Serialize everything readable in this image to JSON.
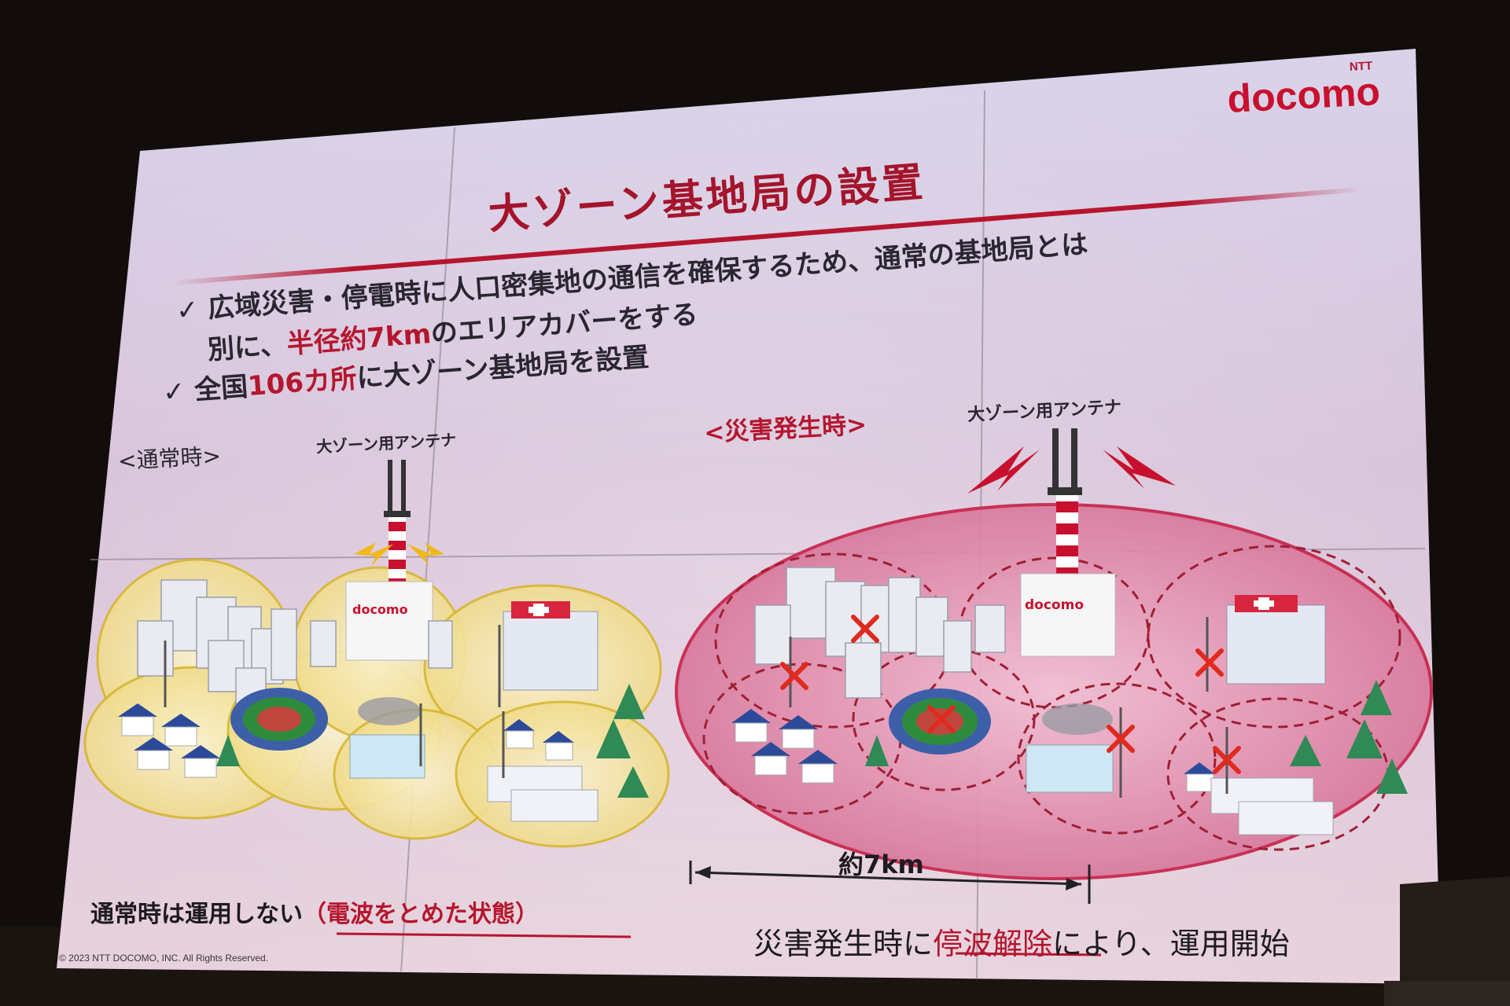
{
  "brand": {
    "ntt": "NTT",
    "name": "docomo"
  },
  "title": "大ゾーン基地局の設置",
  "bullets": [
    {
      "mark": "✓",
      "line1": "広域災害・停電時に人口密集地の通信を確保するため、通常の基地局とは",
      "line2_pre": "別に、",
      "line2_highlight": "半径約7km",
      "line2_post": "のエリアカバーをする"
    },
    {
      "mark": "✓",
      "pre": "全国",
      "highlight": "106カ所",
      "post": "に大ゾーン基地局を設置"
    }
  ],
  "normal": {
    "label": "<通常時>",
    "antenna_label": "大ゾーン用アンテナ",
    "building_label": "docomo",
    "caption_pre": "通常時は運用しない",
    "caption_highlight": "（電波をとめた状態）"
  },
  "disaster": {
    "label": "<災害発生時>",
    "antenna_label": "大ゾーン用アンテナ",
    "building_label": "docomo",
    "distance": "約7km",
    "caption_pre": "災害発生時に",
    "caption_highlight": "停波解除",
    "caption_post": "により、運用開始"
  },
  "copyright": "© 2023 NTT DOCOMO, INC. All Rights Reserved.",
  "colors": {
    "accent": "#b5162e",
    "antenna_red": "#c8102e",
    "normal_zone": "#f3e08a",
    "disaster_zone": "#d8789c"
  }
}
